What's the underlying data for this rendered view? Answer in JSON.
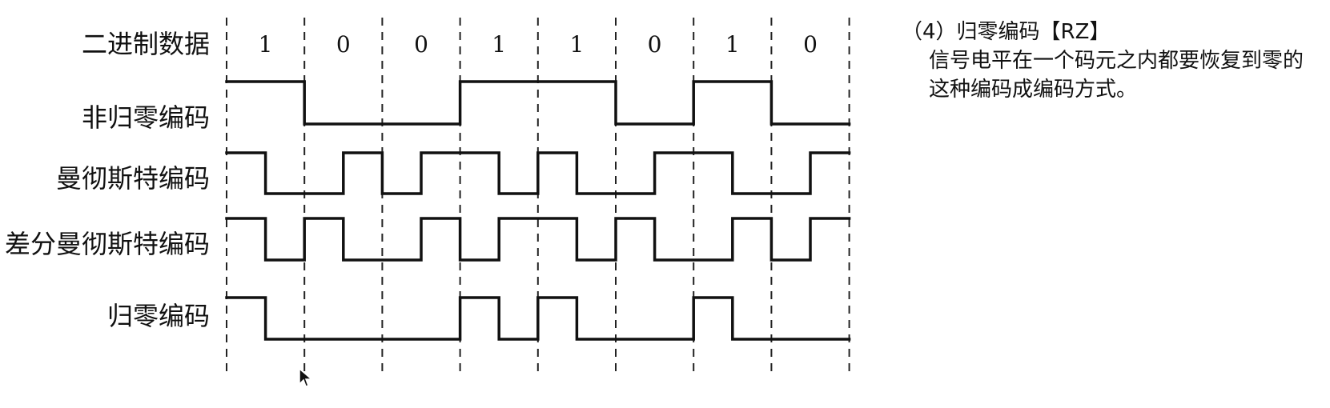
{
  "bits": [
    1,
    0,
    0,
    1,
    1,
    0,
    1,
    0
  ],
  "rows": [
    {
      "key": "binary",
      "label": "二进制数据"
    },
    {
      "key": "nrz",
      "label": "非归零编码"
    },
    {
      "key": "manchester",
      "label": "曼彻斯特编码"
    },
    {
      "key": "diff_manchester",
      "label": "差分曼彻斯特编码"
    },
    {
      "key": "rz",
      "label": "归零编码"
    }
  ],
  "waveforms": {
    "nrz": [
      [
        1,
        1
      ],
      [
        0,
        0
      ],
      [
        0,
        0
      ],
      [
        1,
        1
      ],
      [
        1,
        1
      ],
      [
        0,
        0
      ],
      [
        1,
        1
      ],
      [
        0,
        0
      ]
    ],
    "manchester": [
      [
        1,
        0
      ],
      [
        0,
        1
      ],
      [
        0,
        1
      ],
      [
        1,
        0
      ],
      [
        1,
        0
      ],
      [
        0,
        1
      ],
      [
        1,
        0
      ],
      [
        0,
        1
      ]
    ],
    "diff_manchester": [
      [
        1,
        0
      ],
      [
        1,
        0
      ],
      [
        0,
        1
      ],
      [
        0,
        1
      ],
      [
        1,
        0
      ],
      [
        1,
        0
      ],
      [
        0,
        1
      ],
      [
        0,
        1
      ]
    ],
    "rz": [
      [
        1,
        0
      ],
      [
        0,
        0
      ],
      [
        0,
        0
      ],
      [
        1,
        0
      ],
      [
        1,
        0
      ],
      [
        0,
        0
      ],
      [
        1,
        0
      ],
      [
        0,
        0
      ]
    ]
  },
  "note": {
    "title": "（4）归零编码【RZ】",
    "body": "信号电平在一个码元之内都要恢复到零的这种编码成编码方式。"
  },
  "cursor_icon": "mouse-pointer-icon"
}
